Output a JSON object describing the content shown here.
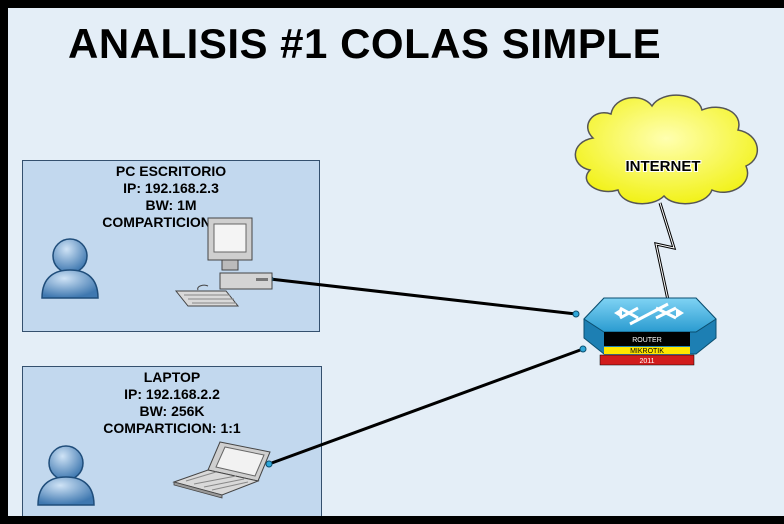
{
  "title": "ANALISIS #1 COLAS SIMPLE",
  "pc": {
    "name": "PC ESCRITORIO",
    "ip": "IP: 192.168.2.3",
    "bw": "BW: 1M",
    "comparticion": "COMPARTICION: 1:1"
  },
  "laptop": {
    "name": "LAPTOP",
    "ip": "IP: 192.168.2.2",
    "bw": "BW: 256K",
    "comparticion": "COMPARTICION: 1:1"
  },
  "cloud": {
    "label": "INTERNET"
  },
  "router": {
    "label": "ROUTER",
    "brand": "MIKROTIK",
    "year": "2011"
  },
  "icons": [
    "user-icon",
    "desktop-computer-icon",
    "laptop-icon",
    "cloud-icon",
    "router-icon",
    "lightning-link-icon"
  ],
  "colors": {
    "background": "#e4eef7",
    "box_fill": "#c2d8ee",
    "cloud": "#ffff66",
    "router": "#2fa7d9",
    "link": "#000000"
  }
}
